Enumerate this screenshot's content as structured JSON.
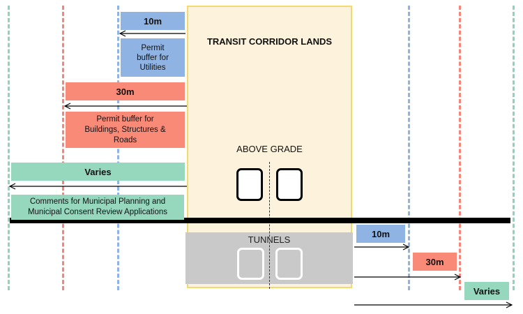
{
  "corridor": {
    "title": "TRANSIT CORRIDOR LANDS",
    "above_grade": "ABOVE GRADE",
    "tunnels": "TUNNELS"
  },
  "left_labels": {
    "utilities_distance": "10m",
    "utilities_caption": "Permit buffer for Utilities",
    "buildings_distance": "30m",
    "buildings_caption": "Permit buffer for Buildings, Structures & Roads",
    "varies_label": "Varies",
    "varies_caption": "Comments for Municipal Planning and Municipal Consent Review Applications"
  },
  "right_labels": {
    "utilities_distance": "10m",
    "buildings_distance": "30m",
    "varies_label": "Varies"
  },
  "colors": {
    "utilities": "#8fb4e3",
    "buildings": "#f98a78",
    "varies": "#95d8be",
    "corridor_fill": "#fdf3dc",
    "corridor_border": "#f3da6f",
    "tunnel_fill": "#c9c9c9"
  }
}
